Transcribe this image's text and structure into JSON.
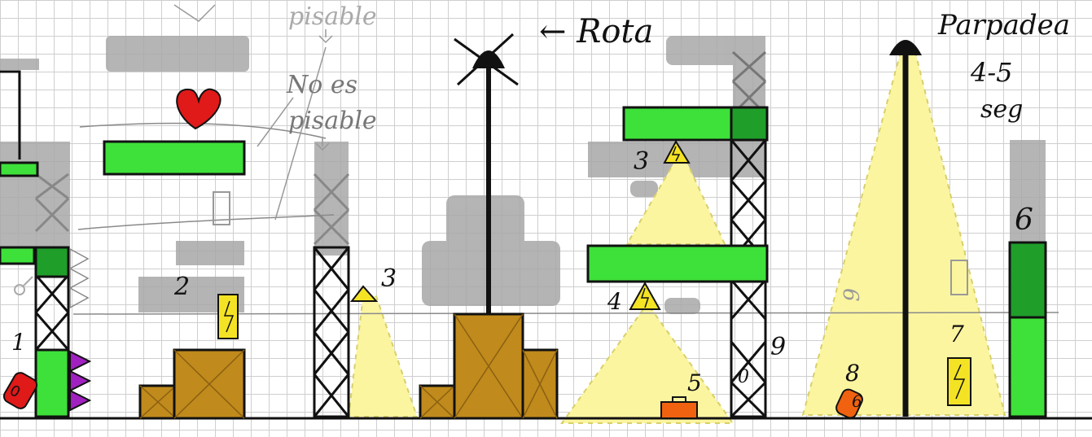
{
  "annotations": {
    "pisable_top": "pisable",
    "no_es_line1": "No es",
    "no_es_line2": "pisable",
    "rota": "← Rota",
    "parpadea": "Parpadea",
    "parpadea_time": "4-5",
    "parpadea_unit": "seg"
  },
  "labels": {
    "n1": "1",
    "n2": "2",
    "n3_left": "3",
    "n3_mid": "3",
    "n4": "4",
    "n5": "5",
    "n6": "6",
    "n7": "7",
    "n8": "8",
    "n9": "9",
    "n0": "0",
    "n6_small": "6",
    "n6_rotated": "6"
  },
  "colors": {
    "platform_green": "#3ee03a",
    "dark_green": "#1f9e2a",
    "crate_brown": "#c08a1c",
    "light_yellow": "#fbf5a0",
    "battery_yellow": "#f4e324",
    "orange": "#f0620f",
    "red": "#e01919",
    "purple": "#a020c0",
    "gray_block": "#a8a8a8"
  },
  "icons": [
    "heart-icon",
    "battery-icon",
    "hazard-icon",
    "lamp-icon",
    "spike-icon",
    "key-icon"
  ]
}
